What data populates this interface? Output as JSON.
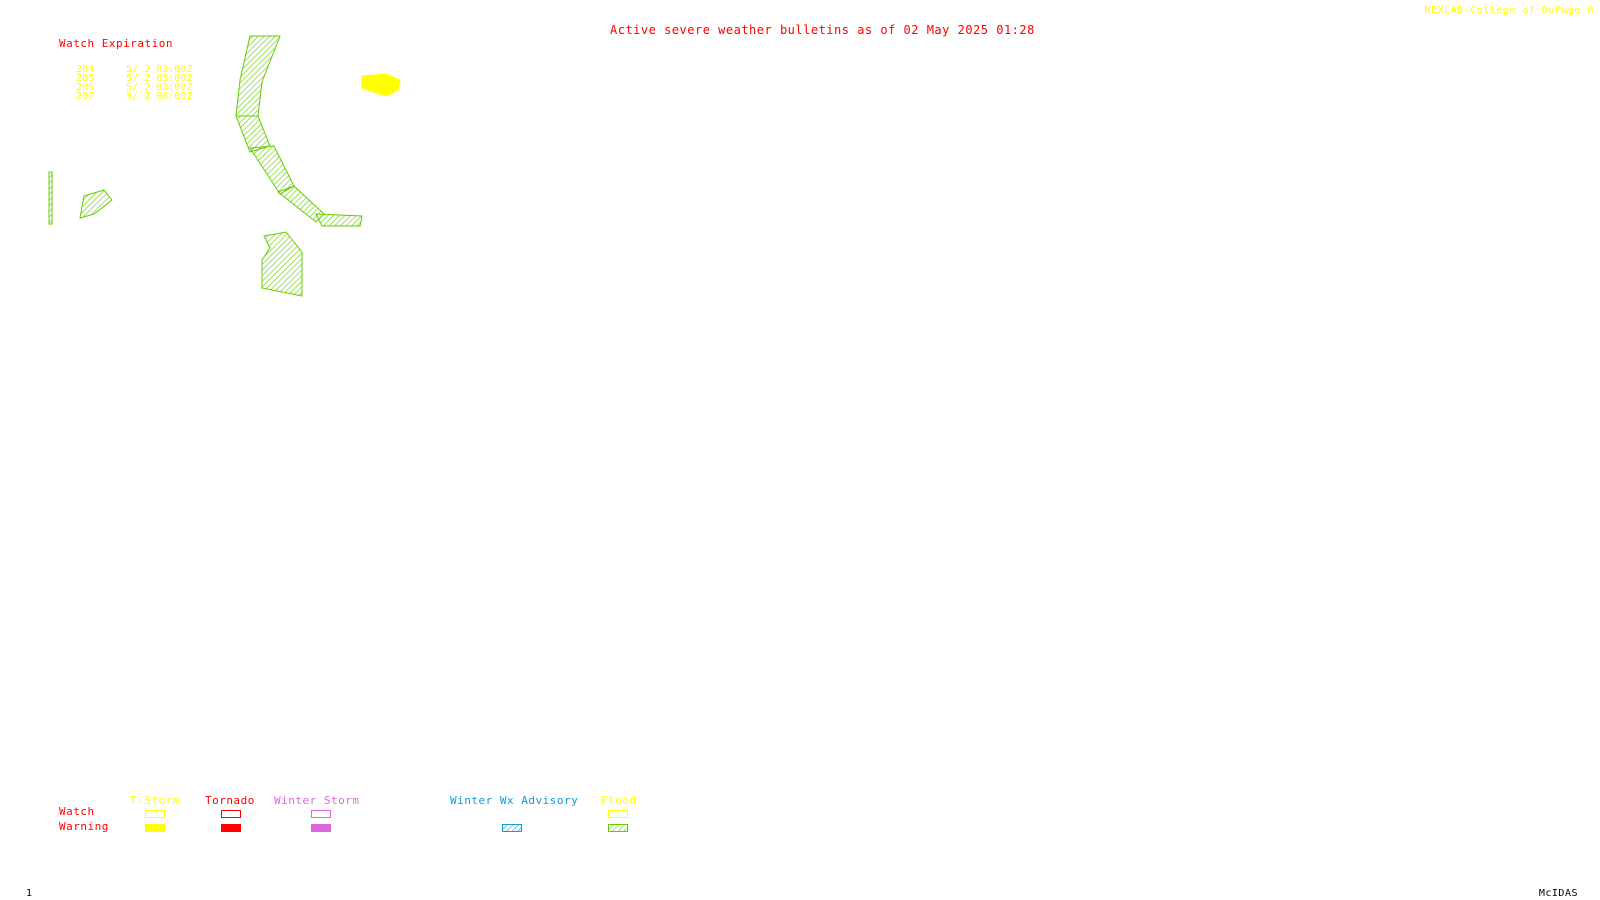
{
  "header": {
    "title": "Active severe weather bulletins as of 02 May 2025 01:28",
    "source": "NEXLAB-College of DuPage R"
  },
  "watch_expiration": {
    "heading": "Watch Expiration",
    "rows": [
      {
        "id": "204",
        "time": "5/ 2 03:00Z"
      },
      {
        "id": "205",
        "time": "5/ 2 05:00Z"
      },
      {
        "id": "206",
        "time": "5/ 2 03:00Z"
      },
      {
        "id": "207",
        "time": "5/ 2 06:00Z"
      }
    ]
  },
  "legend": {
    "row_labels": {
      "watch": "Watch",
      "warning": "Warning"
    },
    "categories": [
      {
        "label": "T-Storm",
        "color": "#ffff00"
      },
      {
        "label": "Tornado",
        "color": "#ff0000"
      },
      {
        "label": "Winter Storm",
        "color": "#dd66dd"
      },
      {
        "label": "Winter Wx Advisory",
        "color": "#1199dd"
      },
      {
        "label": "Flood",
        "color": "#66cc00"
      }
    ]
  },
  "footer": {
    "frame": "1",
    "software": "McIDAS"
  },
  "colors": {
    "title": "#ff0000",
    "tstorm": "#ffff00",
    "tornado": "#ff0000",
    "winter_storm": "#dd66dd",
    "winter_advisory": "#1199dd",
    "flood": "#66cc00"
  }
}
